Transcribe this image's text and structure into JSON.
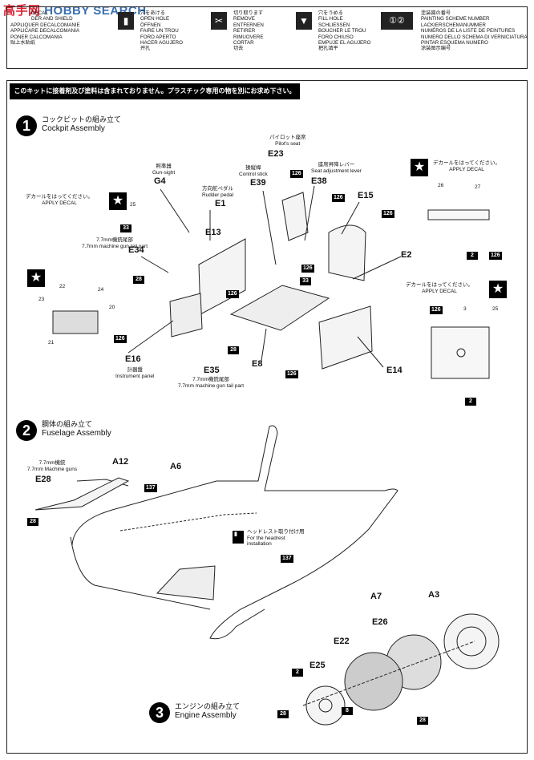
{
  "watermark": {
    "text": "HOBBY SEARCH",
    "cn": "高手网"
  },
  "legend": [
    {
      "icon": "decal-icon",
      "glyph": "",
      "lines": [
        "DECAL",
        "DER AND SHIELD",
        "APPLIQUER DECALCOMANIE",
        "APPLICARE DECALCOMANIA",
        "PONER CALCOMANIA",
        "贴上水贴纸"
      ]
    },
    {
      "icon": "drill-icon",
      "glyph": "▮",
      "lines": [
        "穴をあける",
        "OPEN HOLE",
        "ÖFFNEN",
        "FAIRE UN TROU",
        "FORO APERTO",
        "HACER AGUJERO",
        "开孔"
      ]
    },
    {
      "icon": "cut-icon",
      "glyph": "✂",
      "lines": [
        "切り取ります",
        "REMOVE",
        "ENTFERNEN",
        "RETIRER",
        "RIMUOVERE",
        "CORTAR",
        "切去"
      ]
    },
    {
      "icon": "fill-icon",
      "glyph": "▼",
      "lines": [
        "穴をうめる",
        "FILL HOLE",
        "SCHLIESSEN",
        "BOUCHER LE TROU",
        "FORO CHIUSO",
        "EMPUJE EL AGUJERO",
        "把孔填平"
      ]
    },
    {
      "icon": "scheme-icon",
      "glyph": "①②",
      "lines": [
        "塗装図の番号",
        "PAINTING SCHEME NUMBER",
        "LACKIERSCHEMANUMMER",
        "NUMÉROS DE LA LISTE DE PEINTURES",
        "NUMERO DELLO SCHEMA DI VERNICIATURA",
        "PINTAR ESQUEMA NUMERO",
        "涂装图示编号"
      ]
    }
  ],
  "notice": "このキットに接着剤及び塗料は含まれておりません。プラスチック専用の物を別にお求め下さい。",
  "steps": [
    {
      "num": "1",
      "jp": "コックピットの組み立て",
      "en": "Cockpit Assembly"
    },
    {
      "num": "2",
      "jp": "胴体の組み立て",
      "en": "Fuselage Assembly"
    },
    {
      "num": "3",
      "jp": "エンジンの組み立て",
      "en": "Engine Assembly"
    }
  ],
  "parts": {
    "G4": "G4",
    "E1": "E1",
    "E39": "E39",
    "E23": "E23",
    "E38": "E38",
    "E15": "E15",
    "E13": "E13",
    "E34": "E34",
    "E2": "E2",
    "E16": "E16",
    "E35": "E35",
    "E8": "E8",
    "E14": "E14",
    "A12": "A12",
    "A6": "A6",
    "E28": "E28",
    "A7": "A7",
    "A3": "A3",
    "E26": "E26",
    "E22": "E22",
    "E25": "E25"
  },
  "notes": {
    "gunsight": [
      "照準器",
      "Gun-sight"
    ],
    "rudder": [
      "方向舵ペダル",
      "Rudder pedal"
    ],
    "stick": [
      "操縦桿",
      "Control stick"
    ],
    "seat": [
      "パイロット座席",
      "Pilot's seat"
    ],
    "lever": [
      "座席昇降レバー",
      "Seat adjustment lever"
    ],
    "decal1": [
      "デカールをはってください。",
      "APPLY DECAL"
    ],
    "decal2": [
      "デカールをはってください。",
      "APPLY DECAL"
    ],
    "decal3": [
      "デカールをはってください。",
      "APPLY DECAL"
    ],
    "gun_tail": [
      "7.7mm機銃尾部",
      "7.7mm machine gun tail part"
    ],
    "instrument": [
      "計器盤",
      "Instrument panel"
    ],
    "gun_tail2": [
      "7.7mm機銃尾部",
      "7.7mm machine gun tail part"
    ],
    "mg": [
      "7.7mm機銃",
      "7.7mm Machine guns"
    ],
    "headrest": [
      "ヘッドレスト取り付け用",
      "For the headrest",
      "installation"
    ]
  },
  "codes": {
    "c126": "126",
    "c137": "137",
    "c28": "28",
    "c33": "33",
    "c8": "8",
    "c2": "2",
    "n25": "25",
    "n26": "26",
    "n27": "27",
    "n22": "22",
    "n24": "24",
    "n23": "23",
    "n20": "20",
    "n21": "21",
    "n3": "3"
  }
}
